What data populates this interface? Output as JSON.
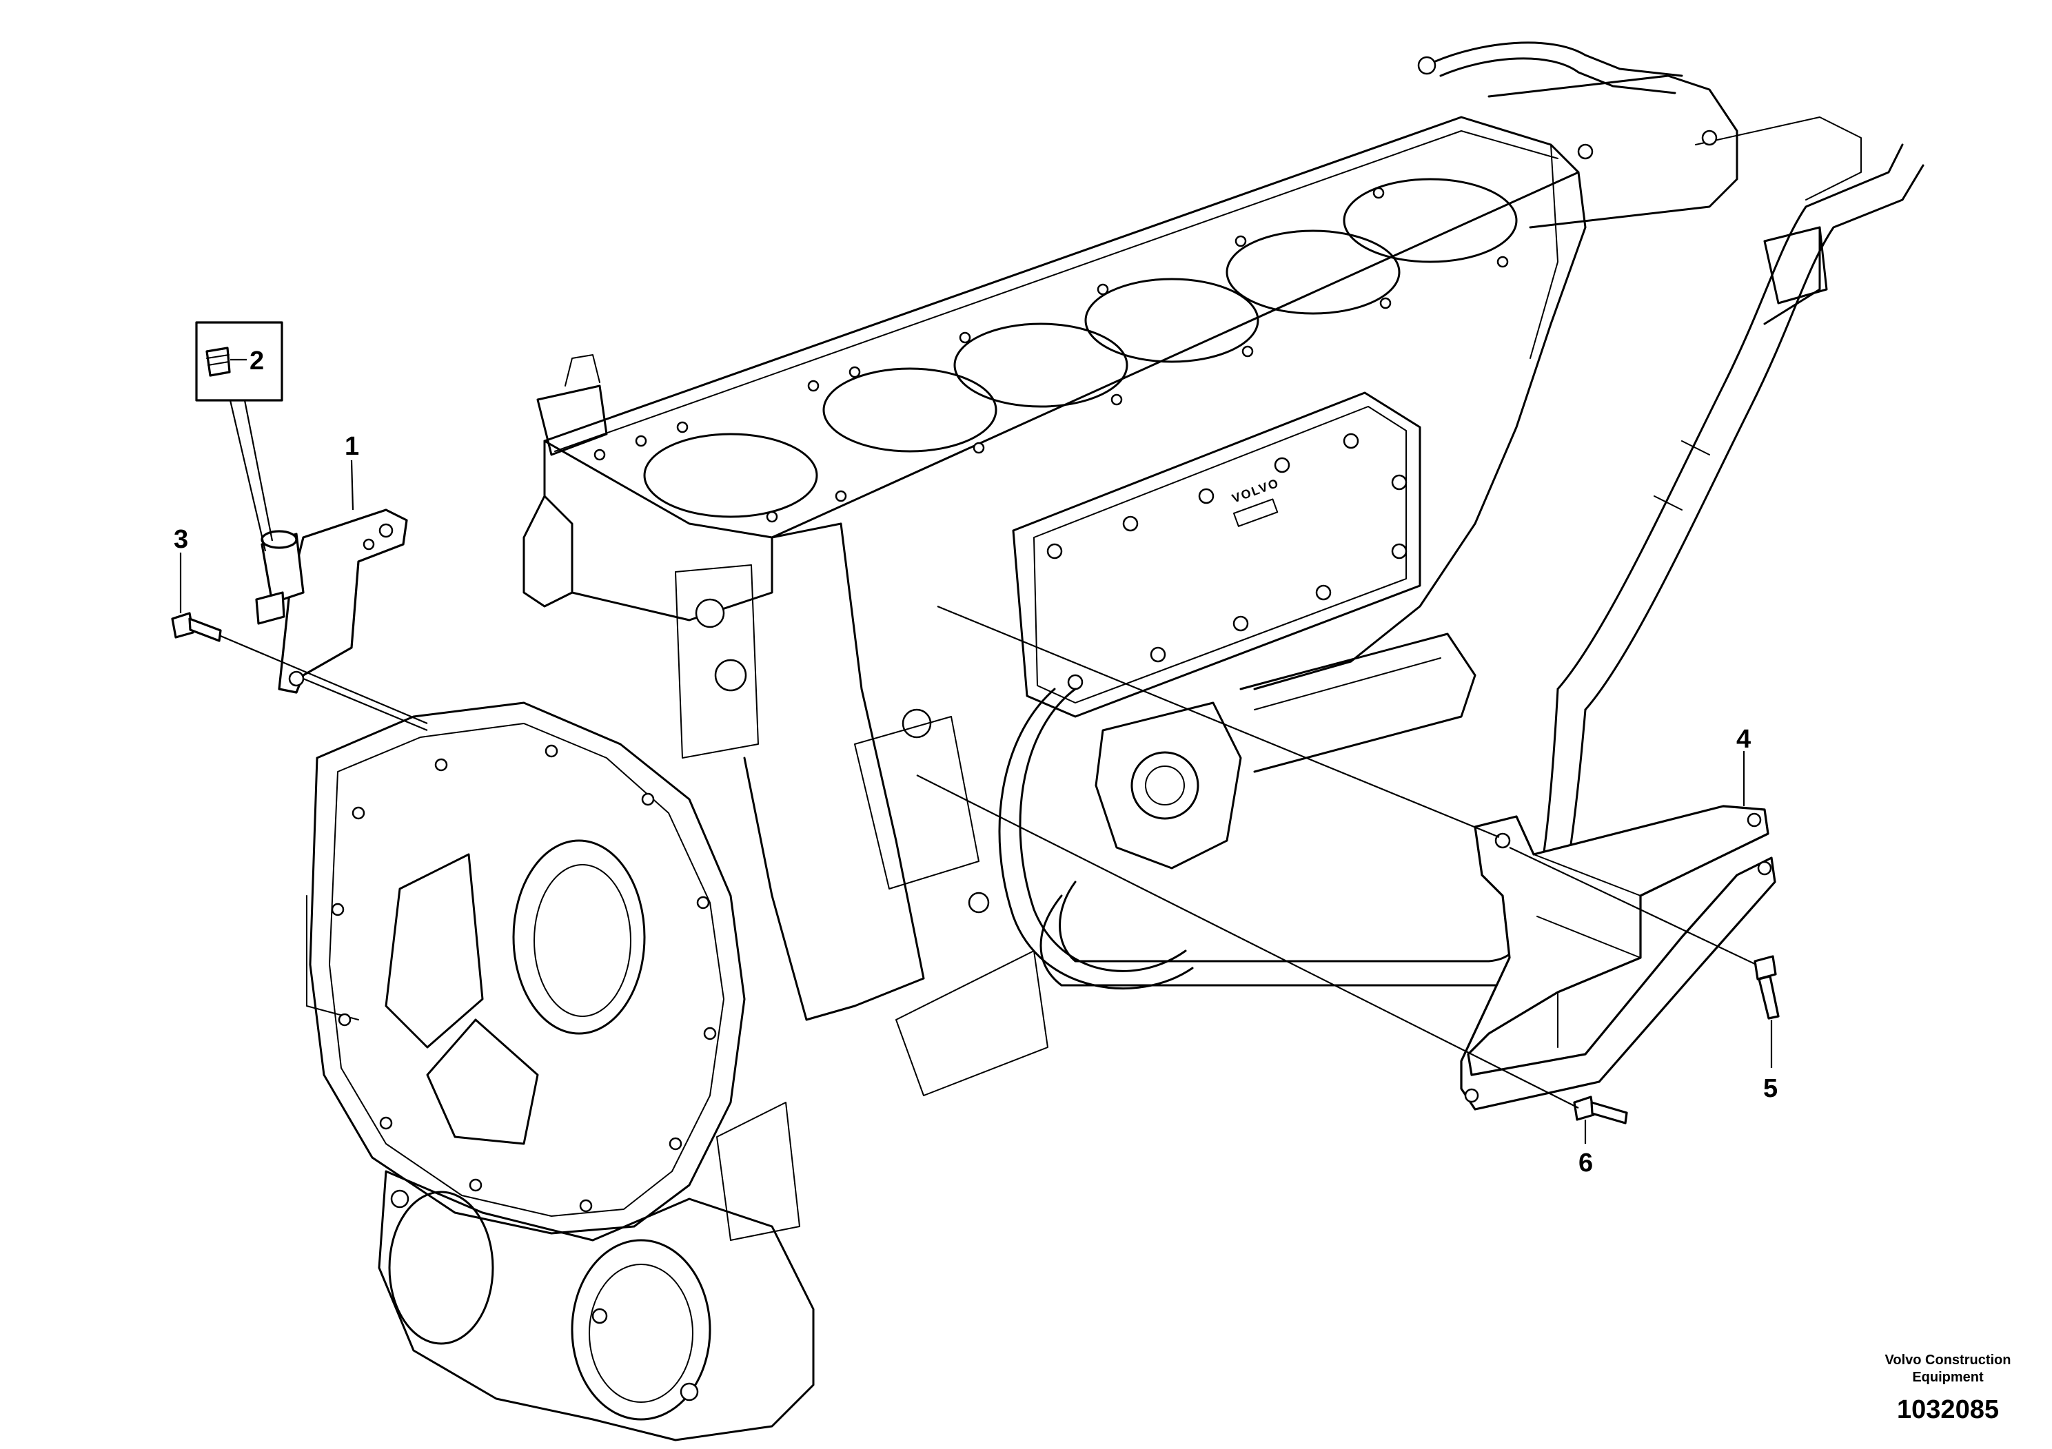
{
  "callouts": [
    {
      "id": "1",
      "label": "1"
    },
    {
      "id": "2",
      "label": "2"
    },
    {
      "id": "3",
      "label": "3"
    },
    {
      "id": "4",
      "label": "4"
    },
    {
      "id": "5",
      "label": "5"
    },
    {
      "id": "6",
      "label": "6"
    }
  ],
  "engine_stamp": "VOLVO",
  "footer": {
    "company_line1": "Volvo Construction",
    "company_line2": "Equipment",
    "drawing_number": "1032085"
  }
}
